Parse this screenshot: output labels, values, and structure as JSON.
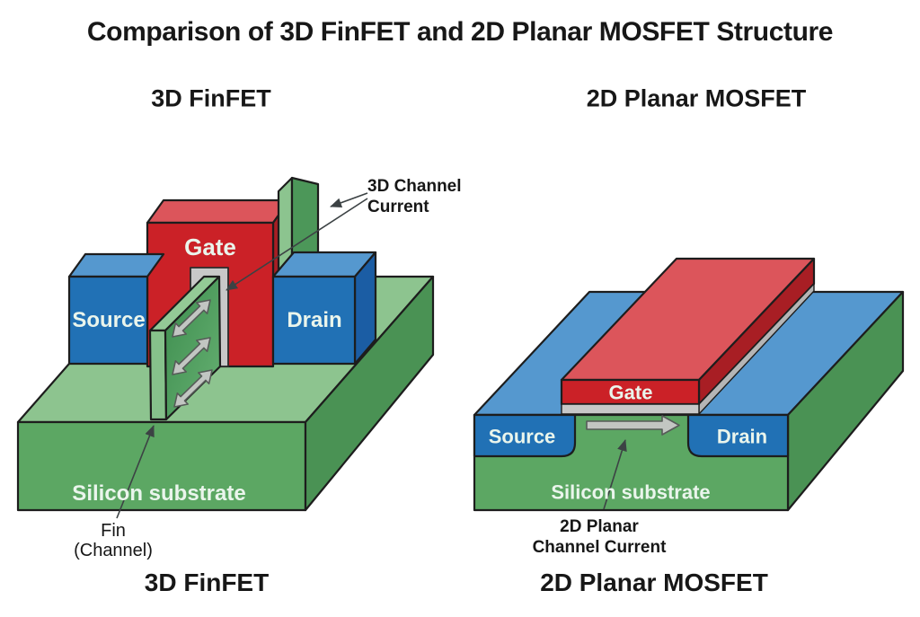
{
  "title": "Comparison of 3D FinFET and 2D Planar MOSFET Structure",
  "left_panel": {
    "heading": "3D FinFET",
    "caption": "3D FinFET",
    "labels": {
      "gate": "Gate",
      "source": "Source",
      "drain": "Drain",
      "substrate": "Silicon substrate"
    },
    "annotations": {
      "channel_current": {
        "line1": "3D Channel",
        "line2": "Current"
      },
      "fin": {
        "line1": "Fin",
        "line2": "(Channel)"
      }
    }
  },
  "right_panel": {
    "heading": "2D Planar MOSFET",
    "caption": "2D Planar MOSFET",
    "labels": {
      "gate": "Gate",
      "source": "Source",
      "drain": "Drain",
      "substrate": "Silicon substrate"
    },
    "annotations": {
      "channel_current": {
        "line1": "2D Planar",
        "line2": "Channel Current"
      }
    }
  },
  "colors": {
    "background": "#ffffff",
    "substrate_front_green": "#5ca763",
    "substrate_top_green": "#8dc48f",
    "substrate_side_green": "#4a9254",
    "fin_green": "#3c8c4d",
    "source_drain_blue": "#2171b5",
    "blue_top": "#5598cf",
    "blue_side": "#1b5da4",
    "gate_red": "#cb2127",
    "gate_top_red": "#dc555b",
    "gate_side_red": "#a81e24",
    "oxide_gray": "#c8c8c8",
    "current_arrow_gray": "#c2c6c2",
    "outline_black": "#1d1d1d",
    "label_text_white": "#eaf5ec",
    "annotation_text_black": "#171717"
  }
}
